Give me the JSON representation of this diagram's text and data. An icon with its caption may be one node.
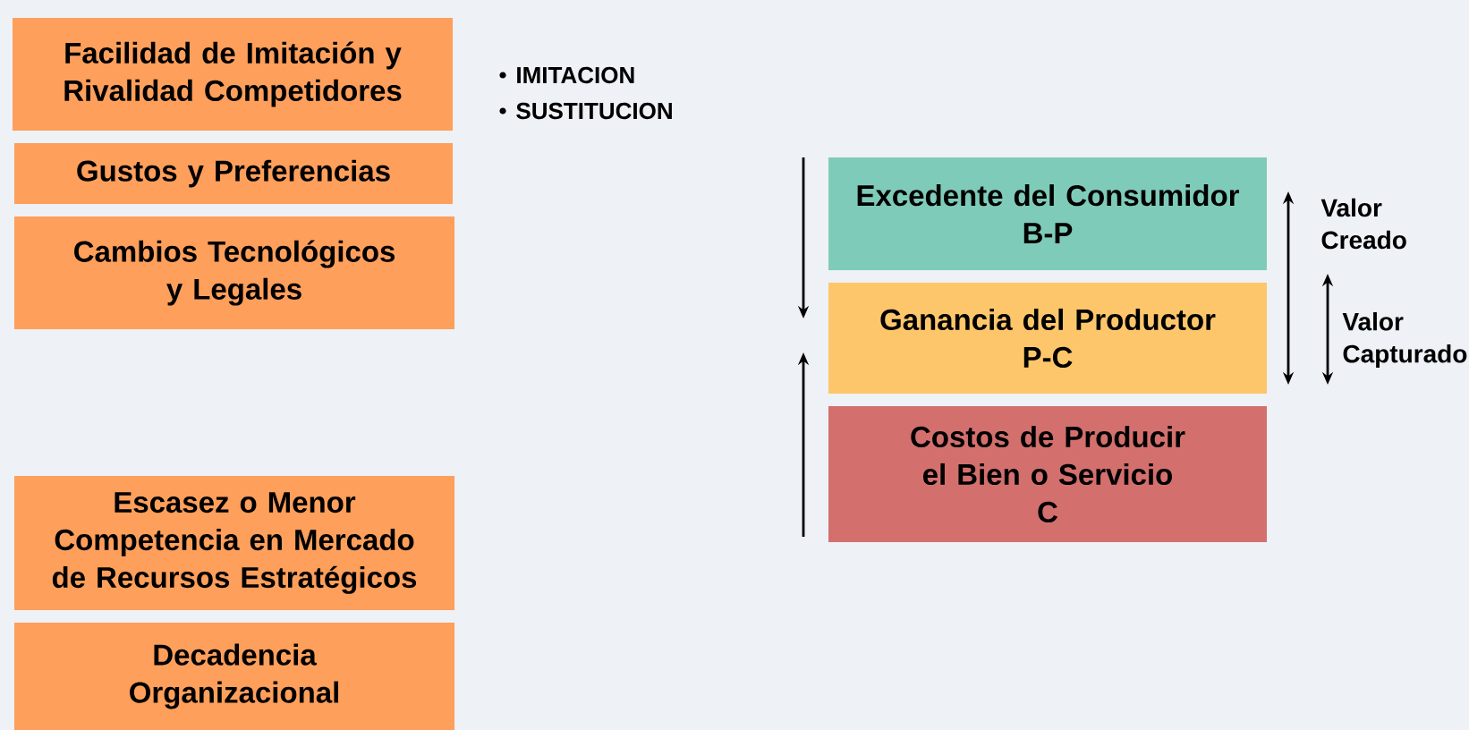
{
  "diagram": {
    "nodes": [
      {
        "text": [
          "Facilidad de Imitación y Rivalidad Competidores"
        ]
      },
      {
        "text": [
          "Gustos y Preferencias"
        ]
      },
      {
        "text": [
          "Cambios Tecnológicos y Legales"
        ]
      },
      {
        "text": [
          "Escasez o Menor Competencia en Mercado de Recursos Estratégicos"
        ]
      },
      {
        "text": [
          "Decadencia Organizacional"
        ]
      },
      {
        "text": [
          "Excedente del Consumidor",
          "B-P"
        ]
      },
      {
        "text": [
          "Ganancia del Productor",
          "P-C"
        ]
      },
      {
        "text": [
          "Costos de Producir el Bien o Servicio",
          "C"
        ]
      }
    ],
    "labels": [
      "IMITACION",
      "SUSTITUCION",
      "Valor Creado",
      "Valor Capturado"
    ]
  }
}
